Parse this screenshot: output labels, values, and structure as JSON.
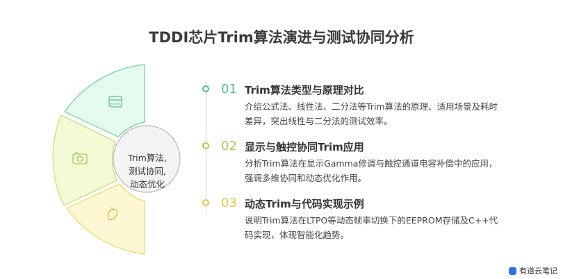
{
  "title": "TDDI芯片Trim算法演进与测试协同分析",
  "center": {
    "lines": [
      "Trim算法,",
      "测试协同,",
      "动态优化"
    ]
  },
  "segments": [
    {
      "icon": "calendar-icon",
      "fill": "#e6fbef",
      "stroke": "#6dd39a"
    },
    {
      "icon": "camera-icon",
      "fill": "#f2fbd6",
      "stroke": "#bfe06a"
    },
    {
      "icon": "leaf-icon",
      "fill": "#fdf8d3",
      "stroke": "#ecd75e"
    }
  ],
  "items": [
    {
      "num": "01",
      "color": "#4cc38a",
      "title": "Trim算法类型与原理对比",
      "desc": [
        "介绍公式法、线性法、二分法等Trim算法的原理、适用场景及耗时",
        "差异，突出线性与二分法的测试效率。"
      ]
    },
    {
      "num": "02",
      "color": "#a6cf45",
      "title": "显示与触控协同Trim应用",
      "desc": [
        "分析Trim算法在显示Gamma修调与触控通道电容补偿中的应用，",
        "强调多维协同和动态优化作用。"
      ]
    },
    {
      "num": "03",
      "color": "#e8c73a",
      "title": "动态Trim与代码实现示例",
      "desc": [
        "说明Trim算法在LTPO等动态帧率切换下的EEPROM存储及C++代",
        "码实现，体现智能化趋势。"
      ]
    }
  ],
  "brand": "有道云笔记"
}
